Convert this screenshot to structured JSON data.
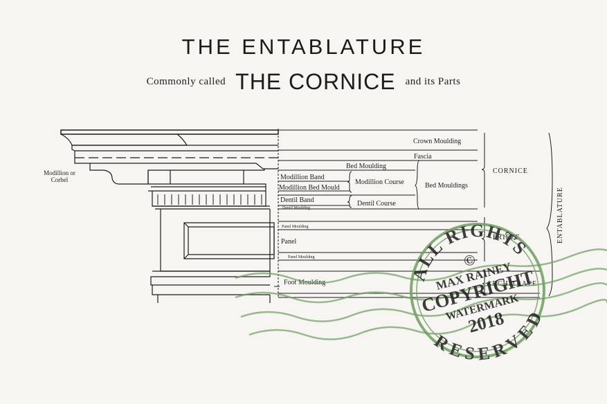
{
  "header": {
    "title": "THE ENTABLATURE",
    "subtitle_pre": "Commonly called",
    "subtitle_main": "THE CORNICE",
    "subtitle_post": "and its Parts"
  },
  "labels": {
    "modillion_or": "Modillion or",
    "corbel": "Corbel",
    "crown_moulding": "Crown Moulding",
    "fascia": "Fascia",
    "bed_moulding": "Bed Moulding",
    "modillion_band": "Modillion Band",
    "modillion_bed_mould": "Modillion Bed Mould",
    "modillion_course": "Modillion Course",
    "bed_mouldings": "Bed Mouldings",
    "dentil_band": "Dentil Band",
    "dentil_moulding": "Dentil Moulding",
    "dentil_course": "Dentil Course",
    "panel_moulding_top": "Panel Moulding",
    "panel": "Panel",
    "panel_moulding_bottom": "Panel Moulding",
    "foot_moulding": "Foot Moulding",
    "cornice": "CORNICE",
    "frieze": "FRIEZE",
    "architrave": "ARCHITRAVE",
    "entablature": "ENTABLATURE"
  },
  "watermark": {
    "top_arc": "ALL RIGHTS",
    "bottom_arc": "RESERVED",
    "line1": "©",
    "line2": "MAX RAINEY",
    "line3": "COPYRIGHT",
    "line4": "WATERMARK",
    "line5": "2018",
    "color": "#6f9e62"
  },
  "colors": {
    "ink": "#1c1c1c",
    "paper": "#f6f5f1"
  }
}
